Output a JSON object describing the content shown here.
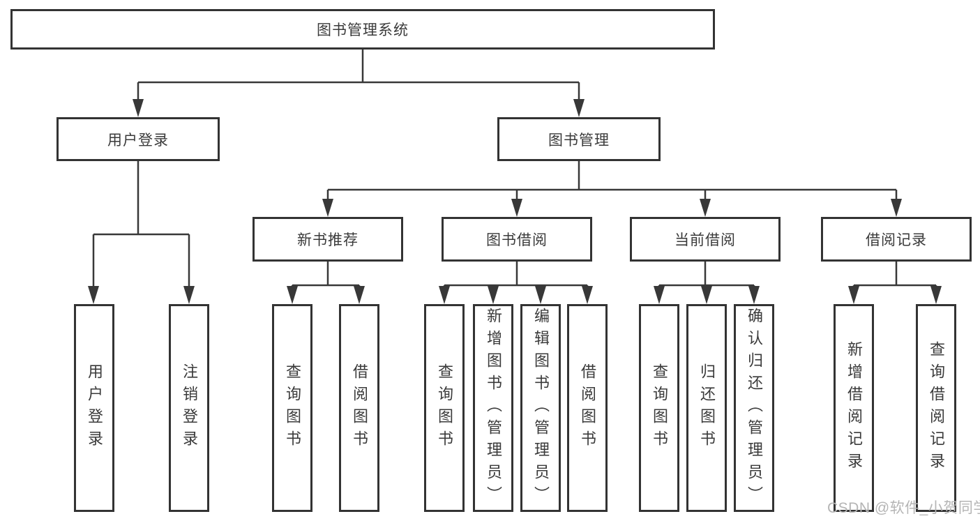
{
  "diagram": {
    "type": "tree",
    "title": "图书管理系统",
    "colors": {
      "line": "#383838",
      "box_border": "#333333",
      "text": "#3a3a3a",
      "background": "#ffffff",
      "watermark": "#b5b5b5"
    },
    "nodes": {
      "root": "图书管理系统",
      "user_login": "用户登录",
      "book_mgmt": "图书管理",
      "login": "用户登录",
      "logout": "注销登录",
      "new_book_rec": "新书推荐",
      "book_borrow": "图书借阅",
      "current_borrow": "当前借阅",
      "borrow_record": "借阅记录",
      "rec_query": "查询图书",
      "rec_borrow": "借阅图书",
      "bb_query": "查询图书",
      "bb_add": "新增图书（管理员）",
      "bb_edit": "编辑图书（管理员）",
      "bb_borrow": "借阅图书",
      "cb_query": "查询图书",
      "cb_return": "归还图书",
      "cb_confirm": "确认归还（管理员）",
      "br_add": "新增借阅记录",
      "br_query": "查询借阅记录"
    },
    "edges": [
      [
        "图书管理系统",
        "用户登录"
      ],
      [
        "图书管理系统",
        "图书管理"
      ],
      [
        "用户登录",
        "用户登录"
      ],
      [
        "用户登录",
        "注销登录"
      ],
      [
        "图书管理",
        "新书推荐"
      ],
      [
        "图书管理",
        "图书借阅"
      ],
      [
        "图书管理",
        "当前借阅"
      ],
      [
        "图书管理",
        "借阅记录"
      ],
      [
        "新书推荐",
        "查询图书"
      ],
      [
        "新书推荐",
        "借阅图书"
      ],
      [
        "图书借阅",
        "查询图书"
      ],
      [
        "图书借阅",
        "新增图书（管理员）"
      ],
      [
        "图书借阅",
        "编辑图书（管理员）"
      ],
      [
        "图书借阅",
        "借阅图书"
      ],
      [
        "当前借阅",
        "查询图书"
      ],
      [
        "当前借阅",
        "归还图书"
      ],
      [
        "当前借阅",
        "确认归还（管理员）"
      ],
      [
        "借阅记录",
        "新增借阅记录"
      ],
      [
        "借阅记录",
        "查询借阅记录"
      ]
    ]
  },
  "watermark": {
    "text": "CSDN @软件_小贺同学"
  }
}
